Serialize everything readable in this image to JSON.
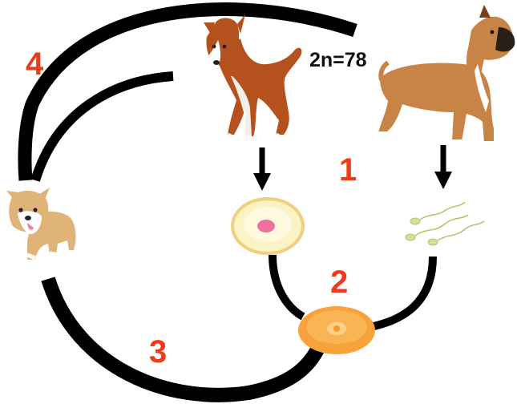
{
  "diagram": {
    "chromosome_label": "2n=78",
    "steps": [
      "1",
      "2",
      "3",
      "4"
    ],
    "colors": {
      "arrow": "#000000",
      "step_label": "#ee3b1c",
      "basenji_coat": "#b4511d",
      "boxer_coat": "#c78446",
      "egg_cytoplasm": "#fbf3c4",
      "egg_nucleus": "#ef6f9d",
      "zygote": "#f7a23a",
      "sperm": "#d7df9a",
      "puppy_coat": "#e0b479"
    },
    "icons": [
      "female-dog-icon",
      "male-dog-icon",
      "egg-cell-icon",
      "sperm-cells-icon",
      "zygote-icon",
      "puppy-icon"
    ]
  }
}
